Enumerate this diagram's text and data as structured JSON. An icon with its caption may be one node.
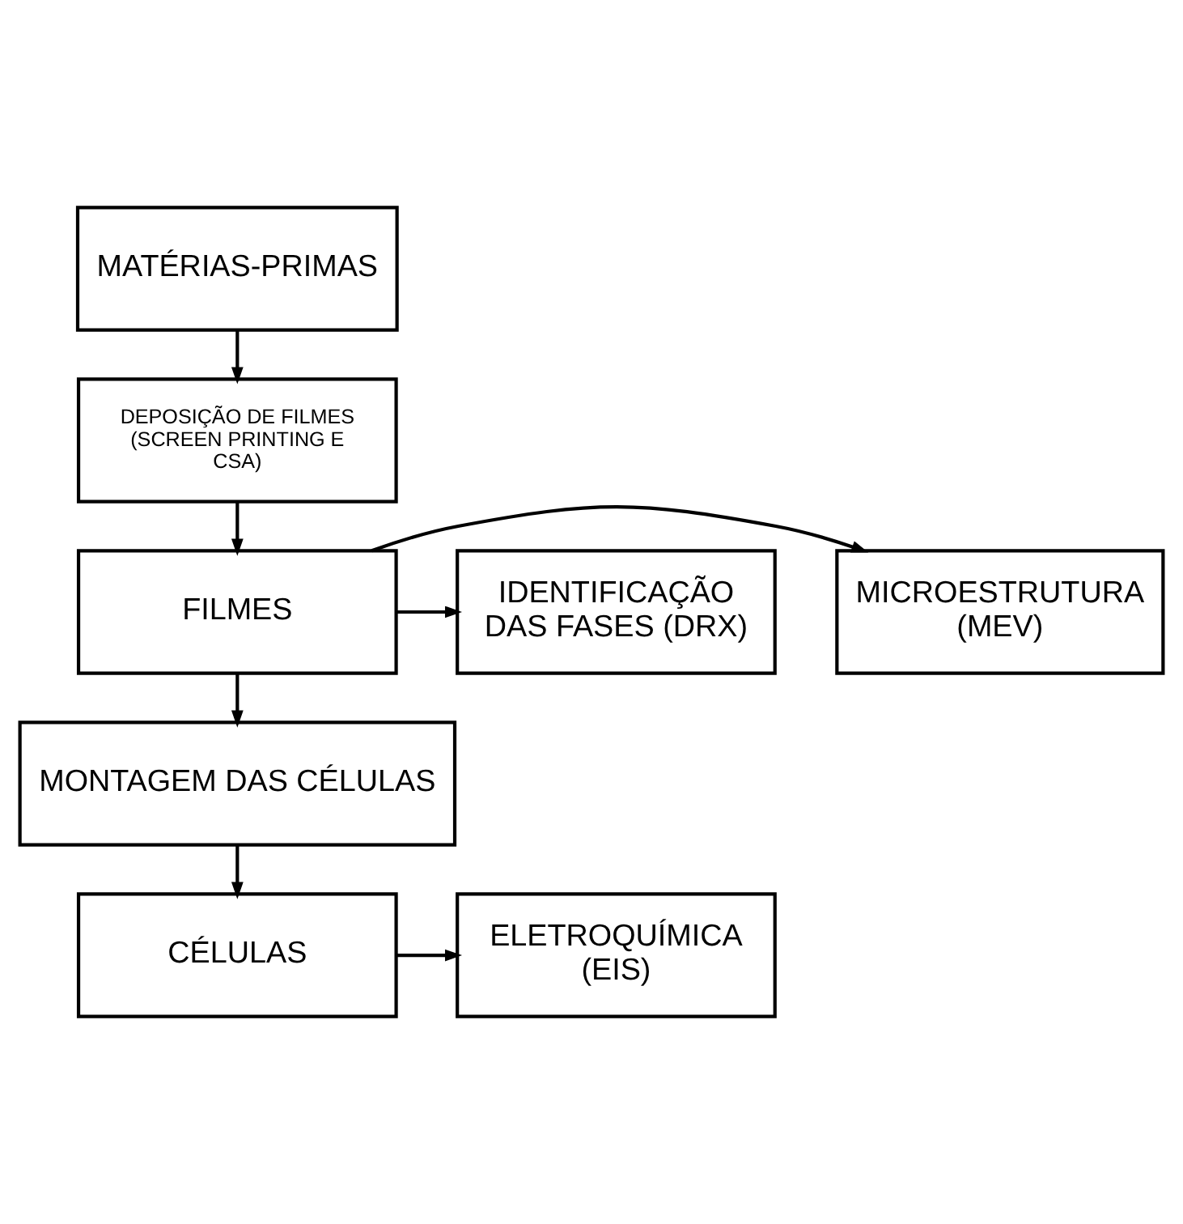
{
  "diagram": {
    "nodes": [
      {
        "text": [
          "MATÉRIAS-PRIMAS"
        ]
      },
      {
        "text": [
          "DEPOSIÇÃO DE FILMES (SCREEN PRINTING E CSA)"
        ]
      },
      {
        "text": [
          "FILMES"
        ]
      },
      {
        "text": [
          "IDENTIFICAÇÃO DAS FASES (DRX)"
        ]
      },
      {
        "text": [
          "MICROESTRUTURA (MEV)"
        ]
      },
      {
        "text": [
          "MONTAGEM DAS CÉLULAS"
        ]
      },
      {
        "text": [
          "CÉLULAS"
        ]
      },
      {
        "text": [
          "ELETROQUÍMICA (EIS)"
        ]
      }
    ],
    "edges": [
      {
        "from": 0,
        "to": 1,
        "arrow": "to"
      },
      {
        "from": 1,
        "to": 2,
        "arrow": "to"
      },
      {
        "from": 2,
        "to": 3,
        "arrow": "to"
      },
      {
        "from": 2,
        "to": 4,
        "arrow": "to"
      },
      {
        "from": 2,
        "to": 5,
        "arrow": "to"
      },
      {
        "from": 5,
        "to": 6,
        "arrow": "to"
      },
      {
        "from": 6,
        "to": 7,
        "arrow": "to"
      }
    ]
  }
}
